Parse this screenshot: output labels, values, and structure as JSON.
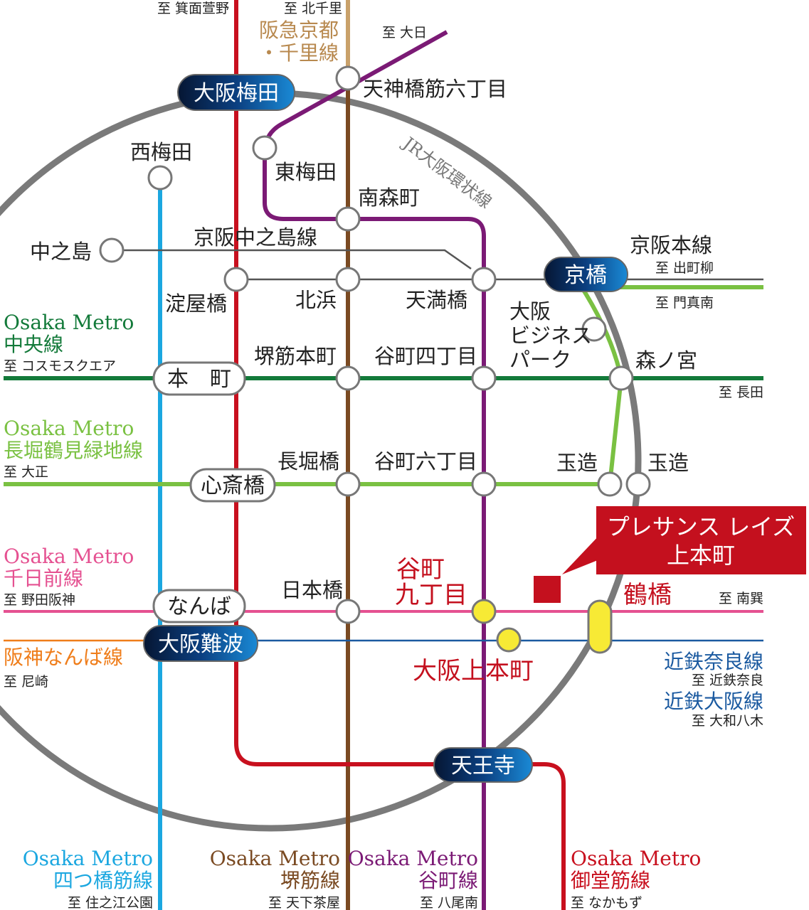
{
  "colors": {
    "midosuji": "#c8101e",
    "yotsubashi": "#1ba7e0",
    "sakaisuji": "#7a4a22",
    "hankyu": "#c9a16a",
    "tanimachi": "#7b1a75",
    "chuo": "#137a3a",
    "nagahori": "#7ac142",
    "sennichimae": "#e55191",
    "hanshin": "#ef7d1a",
    "kintetsu": "#1b5aa0",
    "jr": "#7a7a7a",
    "keihan": "#555555",
    "highlight": "#c4101e",
    "yellow": "#f7ea35"
  },
  "termini": {
    "minoh": "至 箕面萱野",
    "kitasenri": "至 北千里",
    "dainichi": "至 大日",
    "demachiyanagi": "至 出町柳",
    "kadomaminami": "至 門真南",
    "nagata": "至 長田",
    "cosmosquare": "至 コスモスクエア",
    "taisho": "至 大正",
    "nodahanshin": "至 野田阪神",
    "amagasaki": "至 尼崎",
    "nanba_minami": "至 南巽",
    "kintetsunara": "至 近鉄奈良",
    "yamatoyagi": "至 大和八木",
    "suminoekoen": "至 住之江公園",
    "tengachaya": "至 天下茶屋",
    "yao": "至 八尾南",
    "nakamozu": "至 なかもず"
  },
  "lines": {
    "hankyu1": "阪急京都",
    "hankyu2": "・千里線",
    "jr": "JR大阪環状線",
    "keihan_nakanoshima": "京阪中之島線",
    "keihan_main": "京阪本線",
    "chuo1": "Osaka Metro",
    "chuo2": "中央線",
    "nagahori1": "Osaka Metro",
    "nagahori2": "長堀鶴見緑地線",
    "sennichimae1": "Osaka Metro",
    "sennichimae2": "千日前線",
    "hanshin": "阪神なんば線",
    "kintetsunara": "近鉄奈良線",
    "kintetsuosaka": "近鉄大阪線",
    "yotsubashi1": "Osaka Metro",
    "yotsubashi2": "四つ橋筋線",
    "sakaisuji1": "Osaka Metro",
    "sakaisuji2": "堺筋線",
    "tanimachi1": "Osaka Metro",
    "tanimachi2": "谷町線",
    "midosuji1": "Osaka Metro",
    "midosuji2": "御堂筋線"
  },
  "stations": {
    "osakaumeda": "大阪梅田",
    "tenjinbashi": "天神橋筋六丁目",
    "nishiumeda": "西梅田",
    "higashiumeda": "東梅田",
    "minamimorimachi": "南森町",
    "nakanoshima": "中之島",
    "yodoyabashi": "淀屋橋",
    "kitahama": "北浜",
    "tenmabashi": "天満橋",
    "kyobashi": "京橋",
    "obp1": "大阪",
    "obp2": "ビジネス",
    "obp3": "パーク",
    "honmachi": "本　町",
    "sakaisujihonmachi": "堺筋本町",
    "tanimachi4": "谷町四丁目",
    "morinomiya": "森ノ宮",
    "nagahoribashi": "長堀橋",
    "tanimachi6": "谷町六丁目",
    "tamatsukuri_a": "玉造",
    "tamatsukuri_b": "玉造",
    "shinsaibashi": "心斎橋",
    "nipponbashi": "日本橋",
    "tanimachi9_1": "谷町",
    "tanimachi9_2": "九丁目",
    "tsuruhashi": "鶴橋",
    "namba": "なんば",
    "osakanamba": "大阪難波",
    "uehonmachi": "大阪上本町",
    "tennoji": "天王寺"
  },
  "property": {
    "line1": "プレサンス レイズ",
    "line2": "上本町"
  }
}
